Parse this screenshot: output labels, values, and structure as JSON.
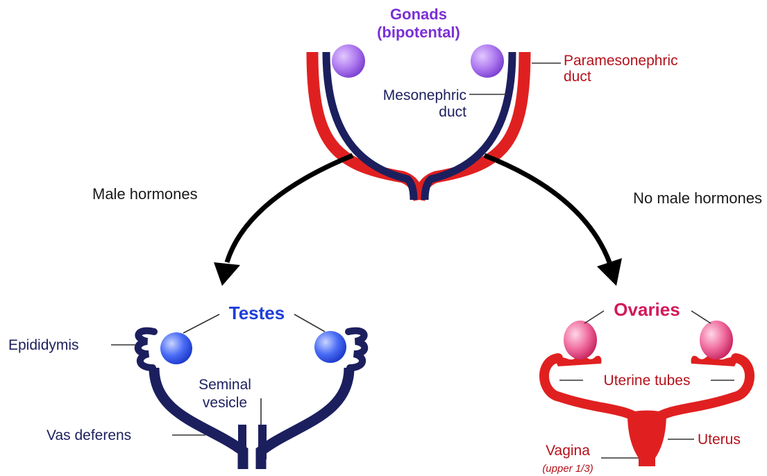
{
  "top": {
    "gonads_line1": "Gonads",
    "gonads_line2": "(bipotental)",
    "mesonephric_line1": "Mesonephric",
    "mesonephric_line2": "duct",
    "paramesonephric_line1": "Paramesonephric",
    "paramesonephric_line2": "duct"
  },
  "paths": {
    "male": "Male hormones",
    "female": "No male hormones"
  },
  "male": {
    "title": "Testes",
    "epididymis": "Epididymis",
    "seminal_line1": "Seminal",
    "seminal_line2": "vesicle",
    "vas_deferens": "Vas deferens"
  },
  "female": {
    "title": "Ovaries",
    "uterine_tubes": "Uterine tubes",
    "uterus": "Uterus",
    "vagina": "Vagina",
    "vagina_note": "(upper 1/3)"
  },
  "colors": {
    "mesonephric_duct": "#1c1f5e",
    "paramesonephric_duct": "#e02020",
    "bipotential_gonad": "#b07cf0",
    "testis": "#4a6cf5",
    "ovary": "#f06ea0"
  }
}
